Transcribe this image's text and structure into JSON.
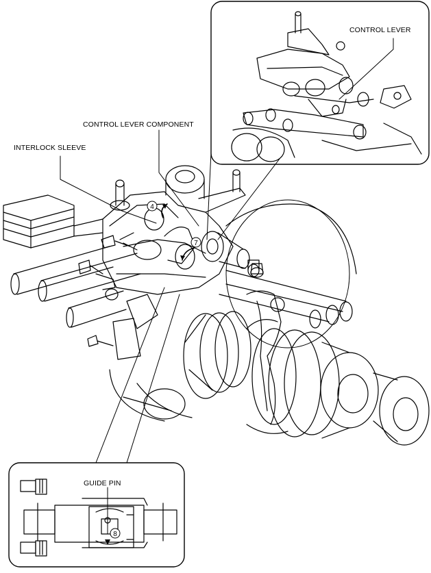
{
  "labels": {
    "control_lever": "CONTROL LEVER",
    "control_lever_component": "CONTROL LEVER COMPONENT",
    "interlock_sleeve": "INTERLOCK SLEEVE",
    "guide_pin": "GUIDE PIN"
  },
  "steps": {
    "step_4": "4",
    "step_7": "7",
    "step_8": "8"
  }
}
